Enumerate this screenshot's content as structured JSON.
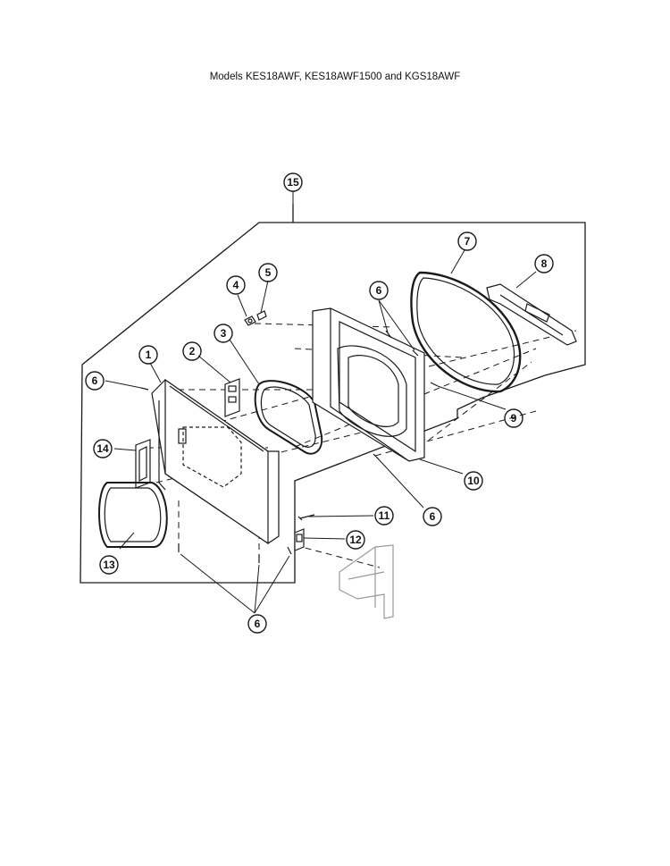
{
  "title": "Models KES18AWF, KES18AWF1500 and KGS18AWF",
  "callouts": [
    {
      "id": "c1",
      "label": "1"
    },
    {
      "id": "c2",
      "label": "2"
    },
    {
      "id": "c3",
      "label": "3"
    },
    {
      "id": "c4",
      "label": "4"
    },
    {
      "id": "c5",
      "label": "5"
    },
    {
      "id": "c6a",
      "label": "6"
    },
    {
      "id": "c6b",
      "label": "6"
    },
    {
      "id": "c6c",
      "label": "6"
    },
    {
      "id": "c6d",
      "label": "6"
    },
    {
      "id": "c7",
      "label": "7"
    },
    {
      "id": "c8",
      "label": "8"
    },
    {
      "id": "c9",
      "label": "9"
    },
    {
      "id": "c10",
      "label": "10"
    },
    {
      "id": "c11",
      "label": "11"
    },
    {
      "id": "c12",
      "label": "12"
    },
    {
      "id": "c13",
      "label": "13"
    },
    {
      "id": "c14",
      "label": "14"
    },
    {
      "id": "c15",
      "label": "15"
    }
  ],
  "colors": {
    "line": "#1a1a1a",
    "background": "#ffffff",
    "grey": "#9a9a9a"
  }
}
